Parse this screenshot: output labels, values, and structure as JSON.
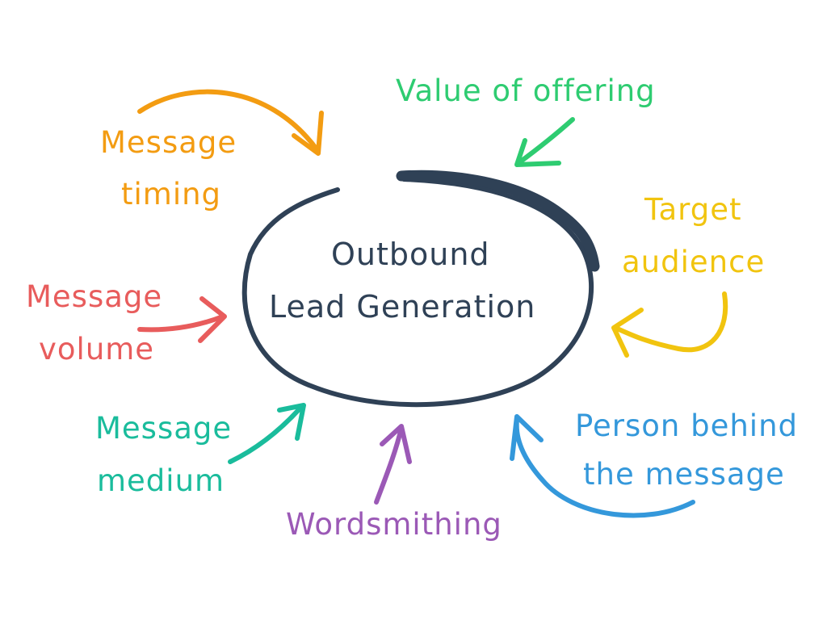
{
  "center": {
    "line1": "Outbound",
    "line2": "Lead Generation",
    "color": "#2F4156"
  },
  "factors": {
    "message_timing": {
      "line1": "Message",
      "line2": "timing",
      "color": "#F39C12"
    },
    "value_of_offering": {
      "line1": "Value of offering",
      "color": "#2ECC71"
    },
    "target_audience": {
      "line1": "Target",
      "line2": "audience",
      "color": "#F1C40F"
    },
    "message_volume": {
      "line1": "Message",
      "line2": "volume",
      "color": "#E85C5C"
    },
    "message_medium": {
      "line1": "Message",
      "line2": "medium",
      "color": "#1ABC9C"
    },
    "wordsmithing": {
      "line1": "Wordsmithing",
      "color": "#9B59B6"
    },
    "person_behind_message": {
      "line1": "Person behind",
      "line2": "the message",
      "color": "#3498DB"
    }
  }
}
